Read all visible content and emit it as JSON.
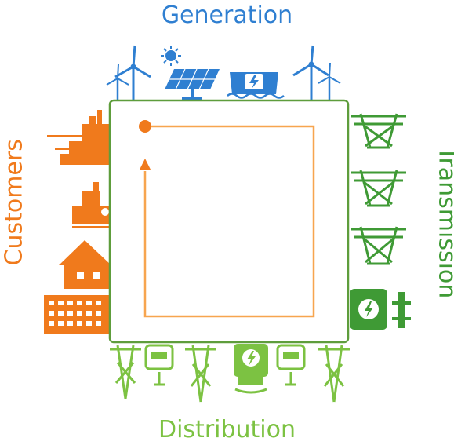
{
  "labels": {
    "generation": "Generation",
    "transmission": "Transmission",
    "distribution": "Distribution",
    "customers": "Customers"
  },
  "colors": {
    "generation": "#2f7fd1",
    "transmission": "#3f9a35",
    "distribution": "#7cc242",
    "customers": "#f07a1c",
    "frame_border": "#5e9d3c",
    "flow_path": "#f7a54f"
  },
  "icons": {
    "generation": [
      "wind-turbine-icon",
      "sun-icon",
      "solar-panel-icon",
      "hydro-dam-icon",
      "wind-turbine-icon"
    ],
    "transmission": [
      "transmission-tower-icon",
      "transmission-tower-icon",
      "transmission-tower-icon",
      "substation-icon"
    ],
    "distribution": [
      "distribution-pole-icon",
      "meter-icon",
      "distribution-pole-icon",
      "substation-icon",
      "meter-icon",
      "distribution-pole-icon"
    ],
    "customers": [
      "city-skyline-icon",
      "factory-icon",
      "house-icon",
      "office-building-icon"
    ]
  }
}
